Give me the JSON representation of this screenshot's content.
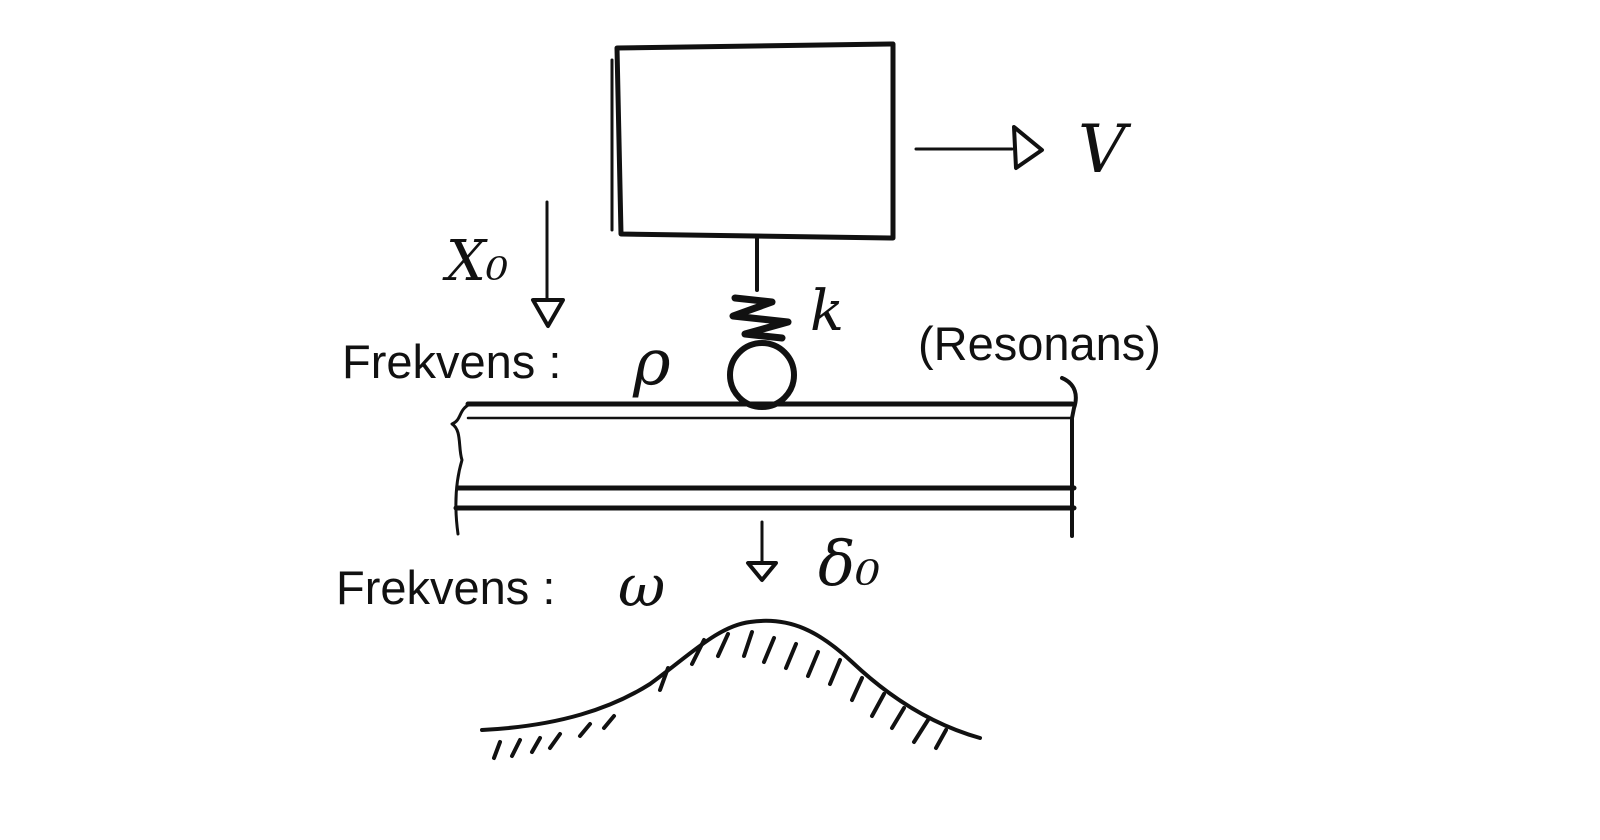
{
  "labels": {
    "velocity": "V",
    "initial_displacement": "X₀",
    "spring_constant": "k",
    "beam_frequency_label": "Frekvens :",
    "beam_frequency_symbol": "ρ",
    "resonance_note": "(Resonans)",
    "ground_frequency_label": "Frekvens :",
    "ground_frequency_symbol": "ω",
    "deflection": "δ₀"
  },
  "colors": {
    "ink": "#111111",
    "background": "#ffffff"
  }
}
